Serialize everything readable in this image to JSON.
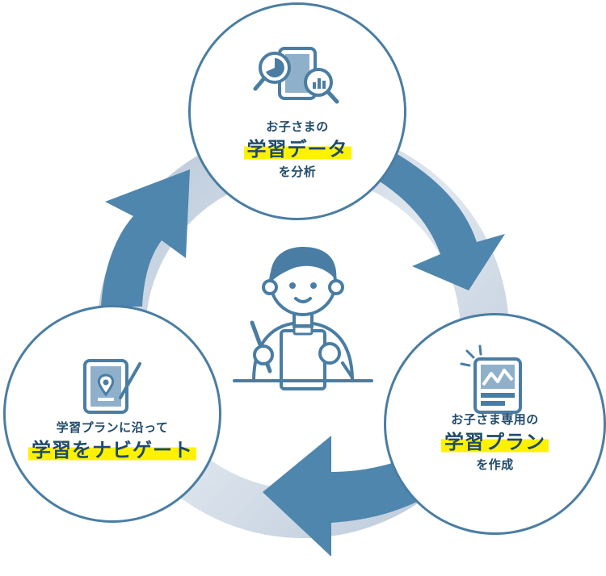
{
  "colors": {
    "primary": "#4a7da3",
    "arrow": "#4f86ad",
    "ring": "#c7d3e1",
    "highlight": "#fff200",
    "text": "#1f4a6b",
    "face": "#ffffff"
  },
  "steps": [
    {
      "line1": "お子さまの",
      "highlight": "学習データ",
      "line3": "を分析",
      "icon": "data-analysis-icon"
    },
    {
      "line1": "お子さま専用の",
      "highlight": "学習プラン",
      "line3": "を作成",
      "icon": "study-plan-icon"
    },
    {
      "line1": "学習プランに沿って",
      "highlight": "学習をナビゲート",
      "line3": "",
      "icon": "tablet-navigation-icon"
    }
  ],
  "center": {
    "icon": "student-studying-icon"
  }
}
